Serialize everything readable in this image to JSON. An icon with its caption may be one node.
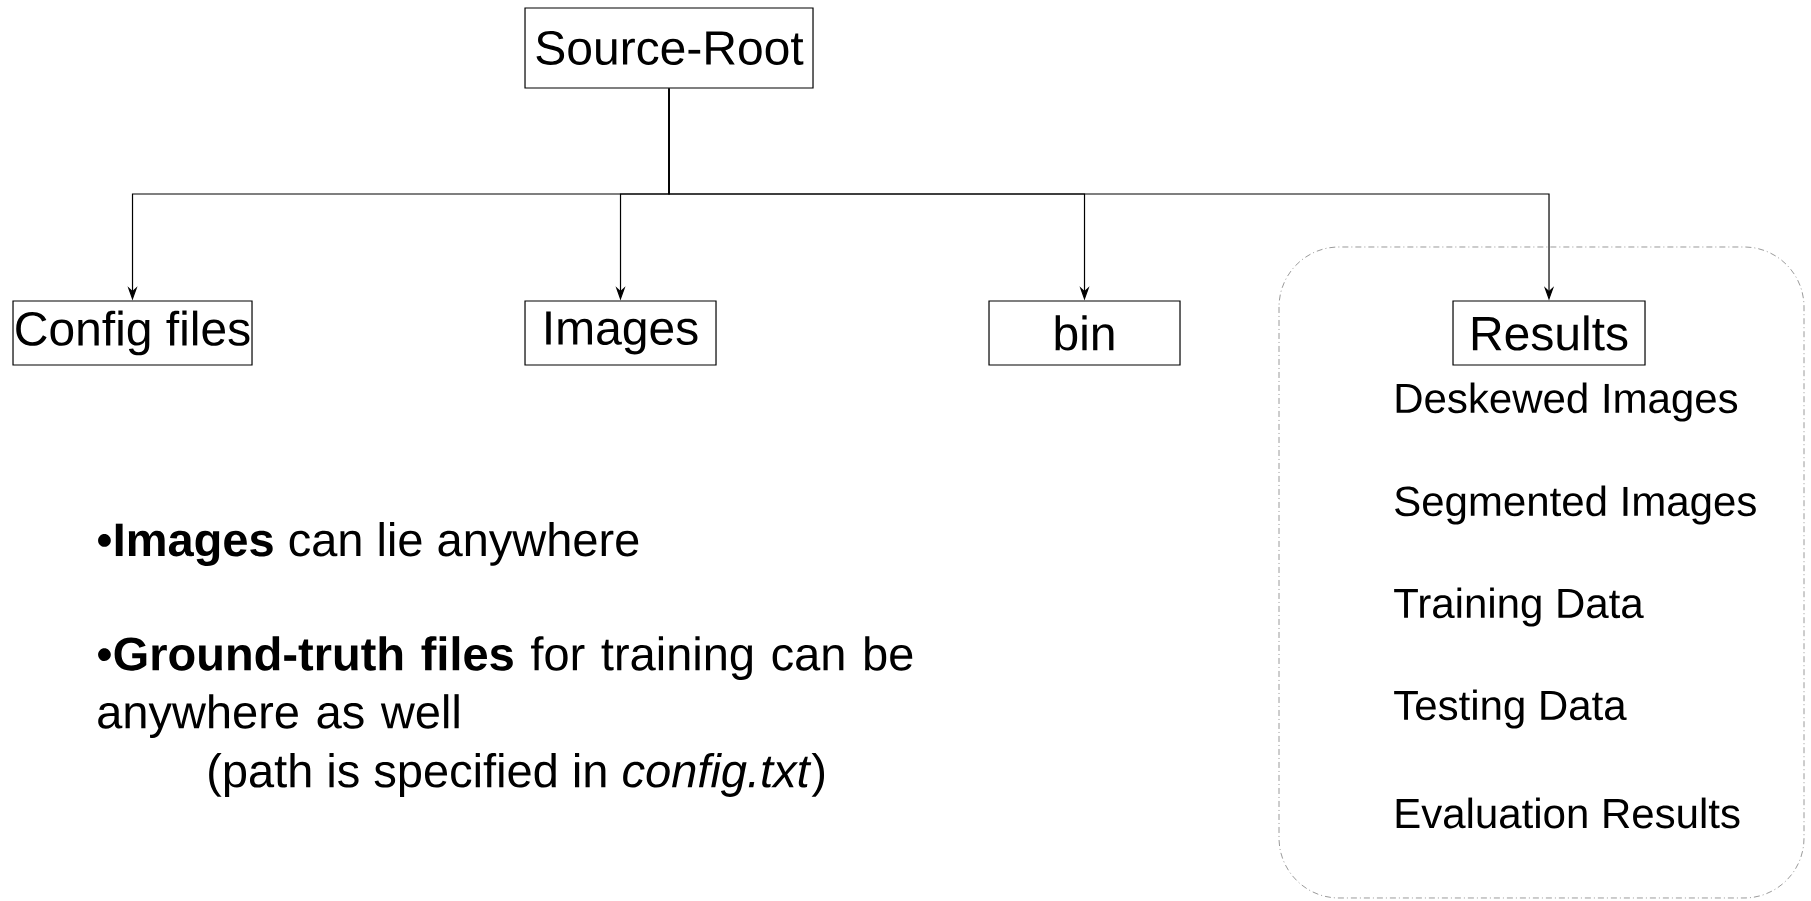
{
  "diagram": {
    "nodes": [
      {
        "text": [
          "Source-Root"
        ]
      },
      {
        "text": [
          "Config files"
        ]
      },
      {
        "text": [
          "Images"
        ]
      },
      {
        "text": [
          "bin"
        ]
      },
      {
        "text": [
          "Deskewed Images",
          "Segmented Images",
          "Training Data",
          "Testing Data",
          "Evaluation Results"
        ]
      },
      {
        "text": [
          "Results"
        ],
        "in": 4
      }
    ],
    "edges": [
      {
        "from": 0,
        "to": 1,
        "arrow": "to"
      },
      {
        "from": 0,
        "to": 2,
        "arrow": "to"
      },
      {
        "from": 0,
        "to": 3,
        "arrow": "to"
      },
      {
        "from": 0,
        "to": 5,
        "arrow": "to"
      }
    ],
    "labels": [
      "•**Images** can lie anywhere",
      "•**Ground-truth files** for training can be anywhere as well",
      "(path is specified in *config.txt*)"
    ]
  }
}
